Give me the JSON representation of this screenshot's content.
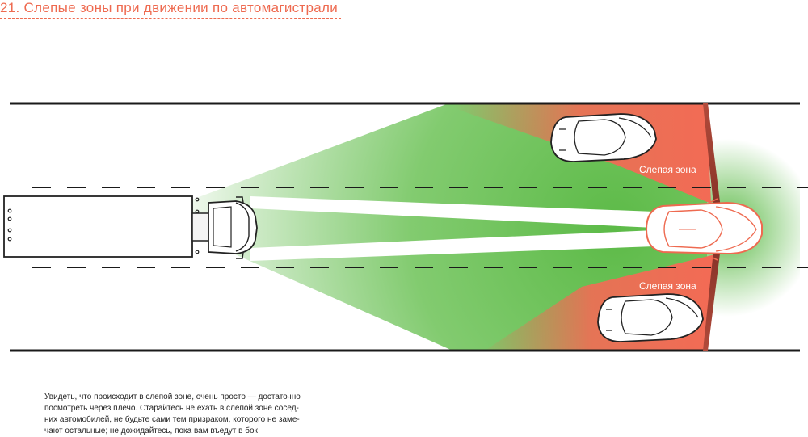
{
  "title": "21. Слепые зоны при движении по автомагистрали",
  "blind_zone_labels": [
    "Слепая зона",
    "Слепая зона"
  ],
  "caption_lines": [
    "Увидеть, что происходит в слепой зоне, очень просто — достаточно",
    "посмотреть через плечо. Старайтесь не ехать в слепой зоне сосед-",
    "них автомобилей, не будьте сами тем призраком, которого не заме-",
    "чают остальные; не дожидайтесь, пока вам въедут в бок"
  ],
  "colors": {
    "accent": "#ee6a50",
    "visible_zone": "#5cba47",
    "blind_zone": "#f26b55",
    "road_line": "#1a1a1a"
  }
}
